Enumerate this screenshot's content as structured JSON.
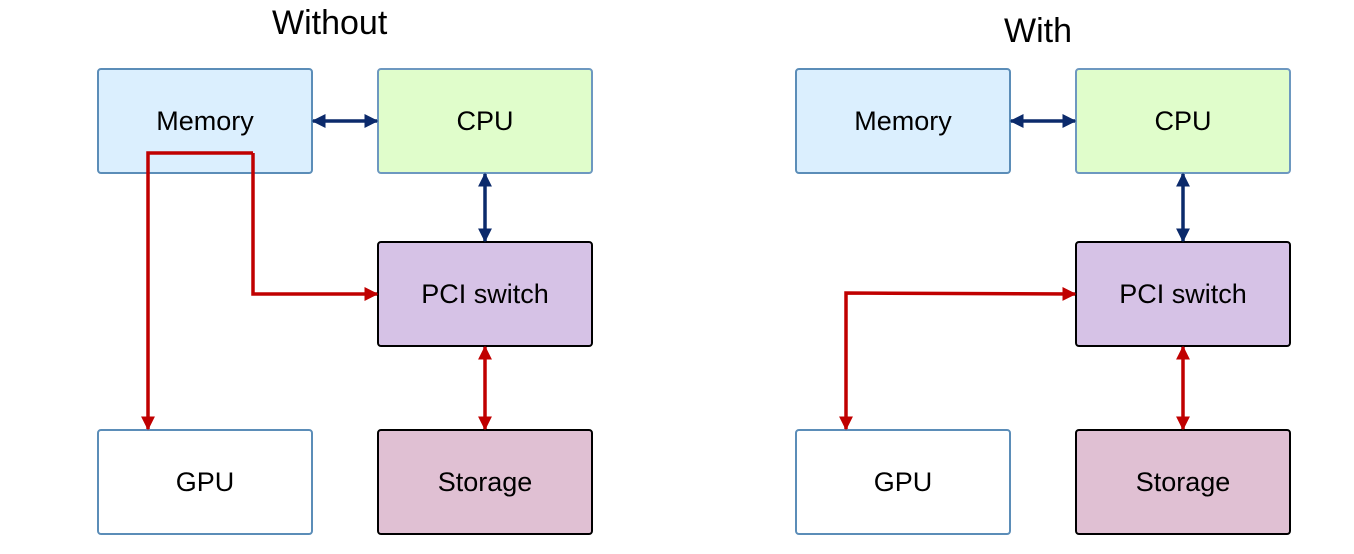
{
  "diagrams": [
    {
      "title": "Without",
      "nodes": {
        "memory": "Memory",
        "cpu": "CPU",
        "pci_switch": "PCI switch",
        "gpu": "GPU",
        "storage": "Storage"
      }
    },
    {
      "title": "With",
      "nodes": {
        "memory": "Memory",
        "cpu": "CPU",
        "pci_switch": "PCI switch",
        "gpu": "GPU",
        "storage": "Storage"
      }
    }
  ],
  "colors": {
    "memory_fill": "#dbeffe",
    "memory_border": "#5b8db8",
    "cpu_fill": "#e0fdcb",
    "cpu_border": "#6d98c0",
    "pci_fill": "#d6c2e6",
    "pci_border": "#000000",
    "gpu_fill": "#ffffff",
    "gpu_border": "#5b8db8",
    "storage_fill": "#e0c0d3",
    "storage_border": "#000000",
    "control_arrow": "#0b2a6b",
    "data_arrow": "#c00000"
  }
}
